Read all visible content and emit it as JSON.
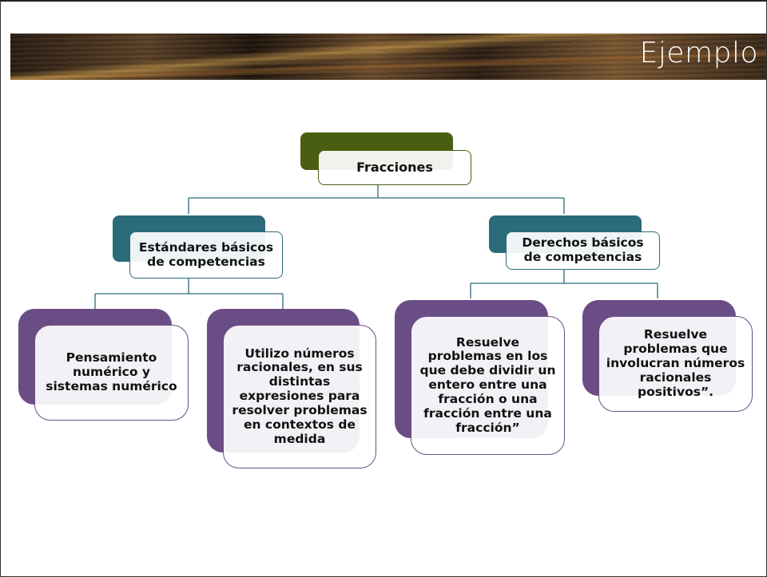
{
  "slide": {
    "title": "Ejemplo"
  },
  "diagram": {
    "root": {
      "label": "Fracciones",
      "color": "#4a5e12"
    },
    "branches": [
      {
        "label": "Estándares básicos de competencias",
        "color": "#2c6b7a",
        "children": [
          "Pensamiento numérico y sistemas numérico",
          "Utilizo números racionales, en sus distintas expresiones para resolver problemas en contextos de medida"
        ]
      },
      {
        "label": "Derechos básicos de competencias",
        "color": "#2c6b7a",
        "children": [
          "Resuelve problemas en los que debe dividir un entero entre una fracción o una fracción entre una fracción”",
          "Resuelve problemas que involucran números racionales positivos”."
        ]
      }
    ],
    "leaf_color": "#6b4d86",
    "line_color": "#2c6b7a"
  }
}
